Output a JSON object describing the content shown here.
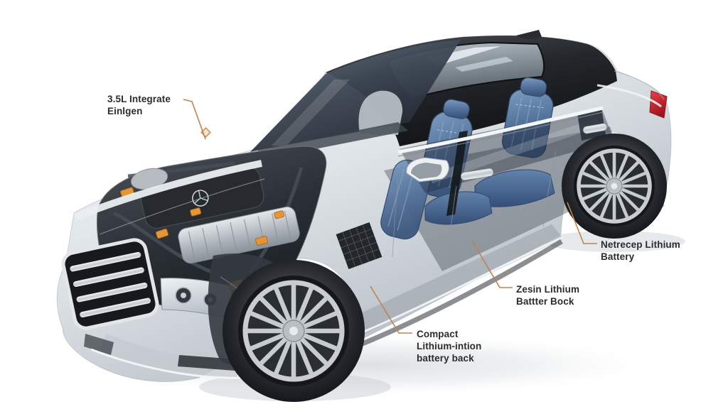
{
  "figure": {
    "type": "cutaway-car-illustration",
    "background": "#ffffff"
  },
  "callouts": [
    {
      "id": "engine",
      "text": "3.5L Integrate\nEinlgen"
    },
    {
      "id": "rear-battery",
      "text": "Netrecep Lithium\nBattery"
    },
    {
      "id": "mid-battery",
      "text": "Zesin Lithium\nBattter Bock"
    },
    {
      "id": "front-battery",
      "text": "Compact\nLithium-intion\nbattery back"
    }
  ],
  "colors": {
    "leader_line": "#bf8250",
    "label_text": "#2c2c2c",
    "body_silver": "#dde2e6",
    "roof_black": "#222528",
    "glass": "#39434f",
    "seats_blue": "#55749c",
    "engine_bay": "#2b3036",
    "coil_orange": "#e59532",
    "taillight_red": "#c8202a",
    "wheel_rim": "#c9cdd2",
    "tire": "#24272b",
    "background": "#ffffff"
  }
}
